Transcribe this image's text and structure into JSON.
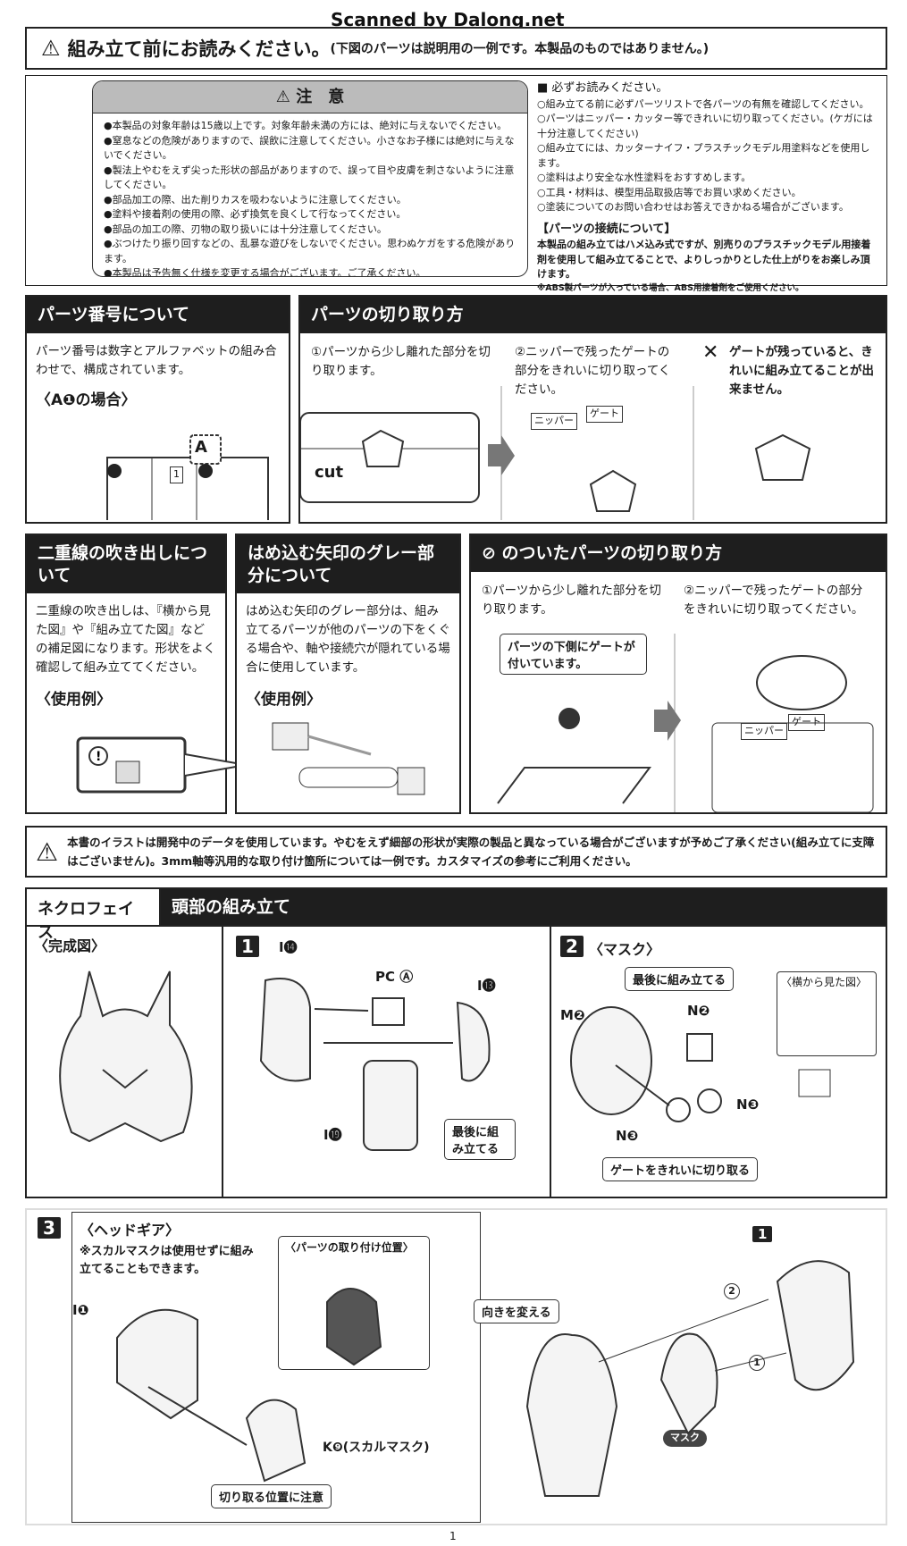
{
  "watermark": "Scanned by Dalong.net",
  "header": {
    "title": "組み立て前にお読みください。",
    "subtitle": "(下図のパーツは説明用の一例です。本製品のものではありません。)"
  },
  "caution": {
    "title": "注　意",
    "items": [
      "●本製品の対象年齢は15歳以上です。対象年齢未満の方には、絶対に与えないでください。",
      "●窒息などの危険がありますので、誤飲に注意してください。小さなお子様には絶対に与えないでください。",
      "●製法上やむをえず尖った形状の部品がありますので、誤って目や皮膚を刺さないように注意してください。",
      "●部品加工の際、出た削りカスを吸わないように注意してください。",
      "●塗料や接着剤の使用の際、必ず換気を良くして行なってください。",
      "●部品の加工の際、刃物の取り扱いには十分注意してください。",
      "●ぶつけたり振り回すなどの、乱暴な遊びをしないでください。思わぬケガをする危険があります。",
      "●本製品は予告無く仕様を変更する場合がございます。ご了承ください。"
    ]
  },
  "must_read": {
    "title": "■ 必ずお読みください。",
    "items": [
      "○組み立てる前に必ずパーツリストで各パーツの有無を確認してください。",
      "○パーツはニッパー・カッター等できれいに切り取ってください。(ケガには十分注意してください)",
      "○組み立てには、カッターナイフ・プラスチックモデル用塗料などを使用します。",
      "○塗料はより安全な水性塗料をおすすめします。",
      "○工具・材料は、模型用品取扱店等でお買い求めください。",
      "○塗装についてのお問い合わせはお答えできかねる場合がございます。"
    ],
    "connect_title": "【パーツの接続について】",
    "connect_text": "本製品の組み立てはハメ込み式ですが、別売りのプラスチックモデル用接着剤を使用して組み立てることで、よりしっかりとした仕上がりをお楽しみ頂けます。",
    "connect_note": "※ABS製パーツが入っている場合、ABS用接着剤をご使用ください。"
  },
  "part_numbers": {
    "title": "パーツ番号について",
    "text": "パーツ番号は数字とアルファベットの組み合わせで、構成されています。",
    "example": "〈A❶の場合〉",
    "label_a": "A",
    "label_1": "1"
  },
  "cutting": {
    "title": "パーツの切り取り方",
    "step1": "①パーツから少し離れた部分を切り取ります。",
    "step2": "②ニッパーで残ったゲートの部分をきれいに切り取ってください。",
    "step3_mark": "✕",
    "step3": "ゲートが残っていると、きれいに組み立てることが出来ません。",
    "cut": "cut",
    "nipper": "ニッパー",
    "gate": "ゲート"
  },
  "double_line": {
    "title": "二重線の吹き出しについて",
    "text": "二重線の吹き出しは、『横から見た図』や『組み立てた図』などの補足図になります。形状をよく確認して組み立ててください。",
    "example": "〈使用例〉"
  },
  "gray_arrow": {
    "title": "はめ込む矢印のグレー部分について",
    "text": "はめ込む矢印のグレー部分は、組み立てるパーツが他のパーツの下をくぐる場合や、軸や接続穴が隠れている場合に使用しています。",
    "example": "〈使用例〉"
  },
  "marked_parts": {
    "title": "のついたパーツの切り取り方",
    "step1": "①パーツから少し離れた部分を切り取ります。",
    "callout": "パーツの下側にゲートが付いています。",
    "step2": "②ニッパーで残ったゲートの部分をきれいに切り取ってください。",
    "nipper": "ニッパー",
    "gate": "ゲート"
  },
  "notice": "本書のイラストは開発中のデータを使用しています。やむをえず細部の形状が実際の製品と異なっている場合がございますが予めご了承ください(組み立てに支障はございません)。3mm軸等汎用的な取り付け箇所については一例です。カスタマイズの参考にご利用ください。",
  "assembly": {
    "name": "ネクロフェイス",
    "section": "頭部の組み立て",
    "complete": "〈完成図〉",
    "step1": {
      "num": "1",
      "parts": [
        "I⓮",
        "PC Ⓐ",
        "I⓭",
        "I⓳"
      ],
      "note": "最後に組み立てる"
    },
    "step2": {
      "num": "2",
      "title": "〈マスク〉",
      "last": "最後に組み立てる",
      "side_view": "〈横から見た図〉",
      "parts": [
        "M❷",
        "N❷",
        "N❸",
        "N❸"
      ],
      "gate_note": "ゲートをきれいに切り取る"
    },
    "step3": {
      "num": "3",
      "title": "〈ヘッドギア〉",
      "note": "※スカルマスクは使用せずに組み立てることもできます。",
      "position": "〈パーツの取り付け位置〉",
      "parts": [
        "I❶",
        "K❾(スカルマスク)"
      ],
      "cut_note": "切り取る位置に注意",
      "turn": "向きを変える",
      "ref": "1",
      "mask": "マスク",
      "arrow1": "1",
      "arrow2": "2"
    }
  },
  "page_number": "1"
}
